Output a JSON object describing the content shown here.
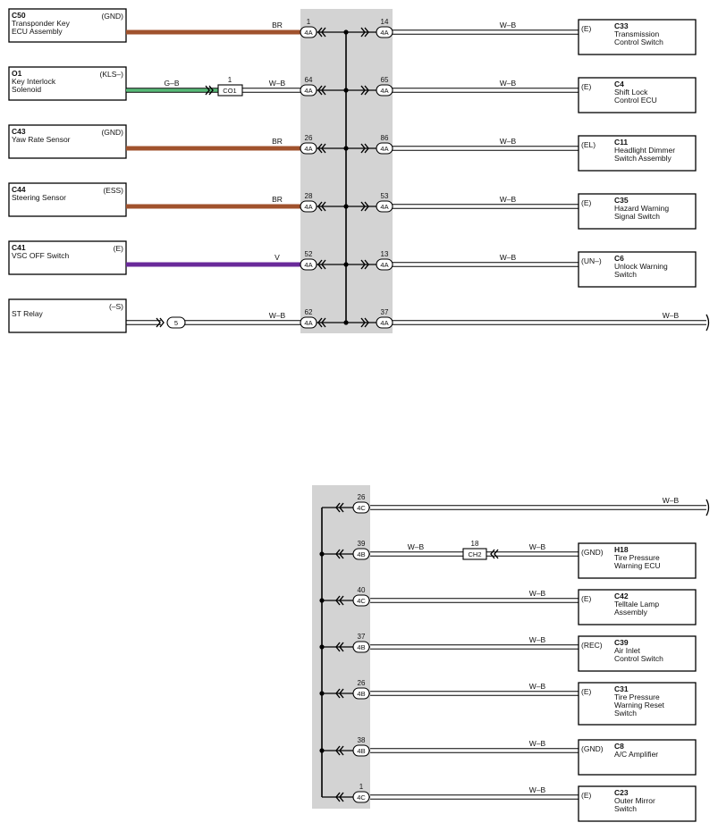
{
  "top": {
    "wires": [
      {
        "left": {
          "code": "C50",
          "name": [
            "Transponder Key",
            "ECU Assembly"
          ],
          "terminal": "(GND)"
        },
        "wire_color": "#a0522d",
        "left_label": "BR",
        "left_splice": null,
        "left_pin": "1",
        "left_conn": "4A",
        "right_pin": "14",
        "right_conn": "4A",
        "right_label": "W–B",
        "right": {
          "code": "C33",
          "name": [
            "Transmission",
            "Control Switch"
          ],
          "terminal": "(E)"
        }
      },
      {
        "left": {
          "code": "O1",
          "name": [
            "Key Interlock",
            "Solenoid"
          ],
          "terminal": "(KLS–)"
        },
        "wire_color": "green",
        "left_label": "G–B",
        "left_splice": {
          "pin": "1",
          "label": "CO1",
          "after_label": "W–B"
        },
        "left_pin": "64",
        "left_conn": "4A",
        "right_pin": "65",
        "right_conn": "4A",
        "right_label": "W–B",
        "right": {
          "code": "C4",
          "name": [
            "Shift Lock",
            "Control ECU"
          ],
          "terminal": "(E)"
        }
      },
      {
        "left": {
          "code": "C43",
          "name": [
            "Yaw Rate Sensor"
          ],
          "terminal": "(GND)"
        },
        "wire_color": "#a0522d",
        "left_label": "BR",
        "left_splice": null,
        "left_pin": "26",
        "left_conn": "4A",
        "right_pin": "86",
        "right_conn": "4A",
        "right_label": "W–B",
        "right": {
          "code": "C11",
          "name": [
            "Headlight Dimmer",
            "Switch Assembly"
          ],
          "terminal": "(EL)"
        }
      },
      {
        "left": {
          "code": "C44",
          "name": [
            "Steering Sensor"
          ],
          "terminal": "(ESS)"
        },
        "wire_color": "#a0522d",
        "left_label": "BR",
        "left_splice": null,
        "left_pin": "28",
        "left_conn": "4A",
        "right_pin": "53",
        "right_conn": "4A",
        "right_label": "W–B",
        "right": {
          "code": "C35",
          "name": [
            "Hazard Warning",
            "Signal Switch"
          ],
          "terminal": "(E)"
        }
      },
      {
        "left": {
          "code": "C41",
          "name": [
            "VSC OFF Switch"
          ],
          "terminal": "(E)"
        },
        "wire_color": "#6a2a9a",
        "left_label": "V",
        "left_splice": null,
        "left_pin": "52",
        "left_conn": "4A",
        "right_pin": "13",
        "right_conn": "4A",
        "right_label": "W–B",
        "right": {
          "code": "C6",
          "name": [
            "Unlock Warning",
            "Switch"
          ],
          "terminal": "(UN–)"
        }
      },
      {
        "left": {
          "code": "",
          "name": [
            "ST Relay"
          ],
          "terminal": "(–S)"
        },
        "wire_color": "white",
        "left_label": "W–B",
        "left_splice": {
          "pin": "5"
        },
        "left_pin": "62",
        "left_conn": "4A",
        "right_pin": "37",
        "right_conn": "4A",
        "right_label": "W–B",
        "right": null
      }
    ]
  },
  "bottom": {
    "rows": [
      {
        "pin": "26",
        "conn": "4C",
        "label": "W–B",
        "splice": null,
        "device": null
      },
      {
        "pin": "39",
        "conn": "4B",
        "label": "W–B",
        "splice": {
          "pin": "18",
          "label": "CH2",
          "after_label": "W–B"
        },
        "device": {
          "code": "H18",
          "name": [
            "Tire Pressure",
            "Warning ECU"
          ],
          "terminal": "(GND)"
        }
      },
      {
        "pin": "40",
        "conn": "4C",
        "label": "W–B",
        "splice": null,
        "device": {
          "code": "C42",
          "name": [
            "Telltale Lamp",
            "Assembly"
          ],
          "terminal": "(E)"
        }
      },
      {
        "pin": "37",
        "conn": "4B",
        "label": "W–B",
        "splice": null,
        "device": {
          "code": "C39",
          "name": [
            "Air Inlet",
            "Control Switch"
          ],
          "terminal": "(REC)"
        }
      },
      {
        "pin": "26",
        "conn": "4B",
        "label": "W–B",
        "splice": null,
        "device": {
          "code": "C31",
          "name": [
            "Tire Pressure",
            "Warning Reset",
            "Switch"
          ],
          "terminal": "(E)"
        }
      },
      {
        "pin": "38",
        "conn": "4B",
        "label": "W–B",
        "splice": null,
        "device": {
          "code": "C8",
          "name": [
            "A/C Amplifier"
          ],
          "terminal": "(GND)"
        }
      },
      {
        "pin": "1",
        "conn": "4C",
        "label": "W–B",
        "splice": null,
        "device": {
          "code": "C23",
          "name": [
            "Outer Mirror",
            "Switch"
          ],
          "terminal": "(E)"
        }
      }
    ]
  }
}
